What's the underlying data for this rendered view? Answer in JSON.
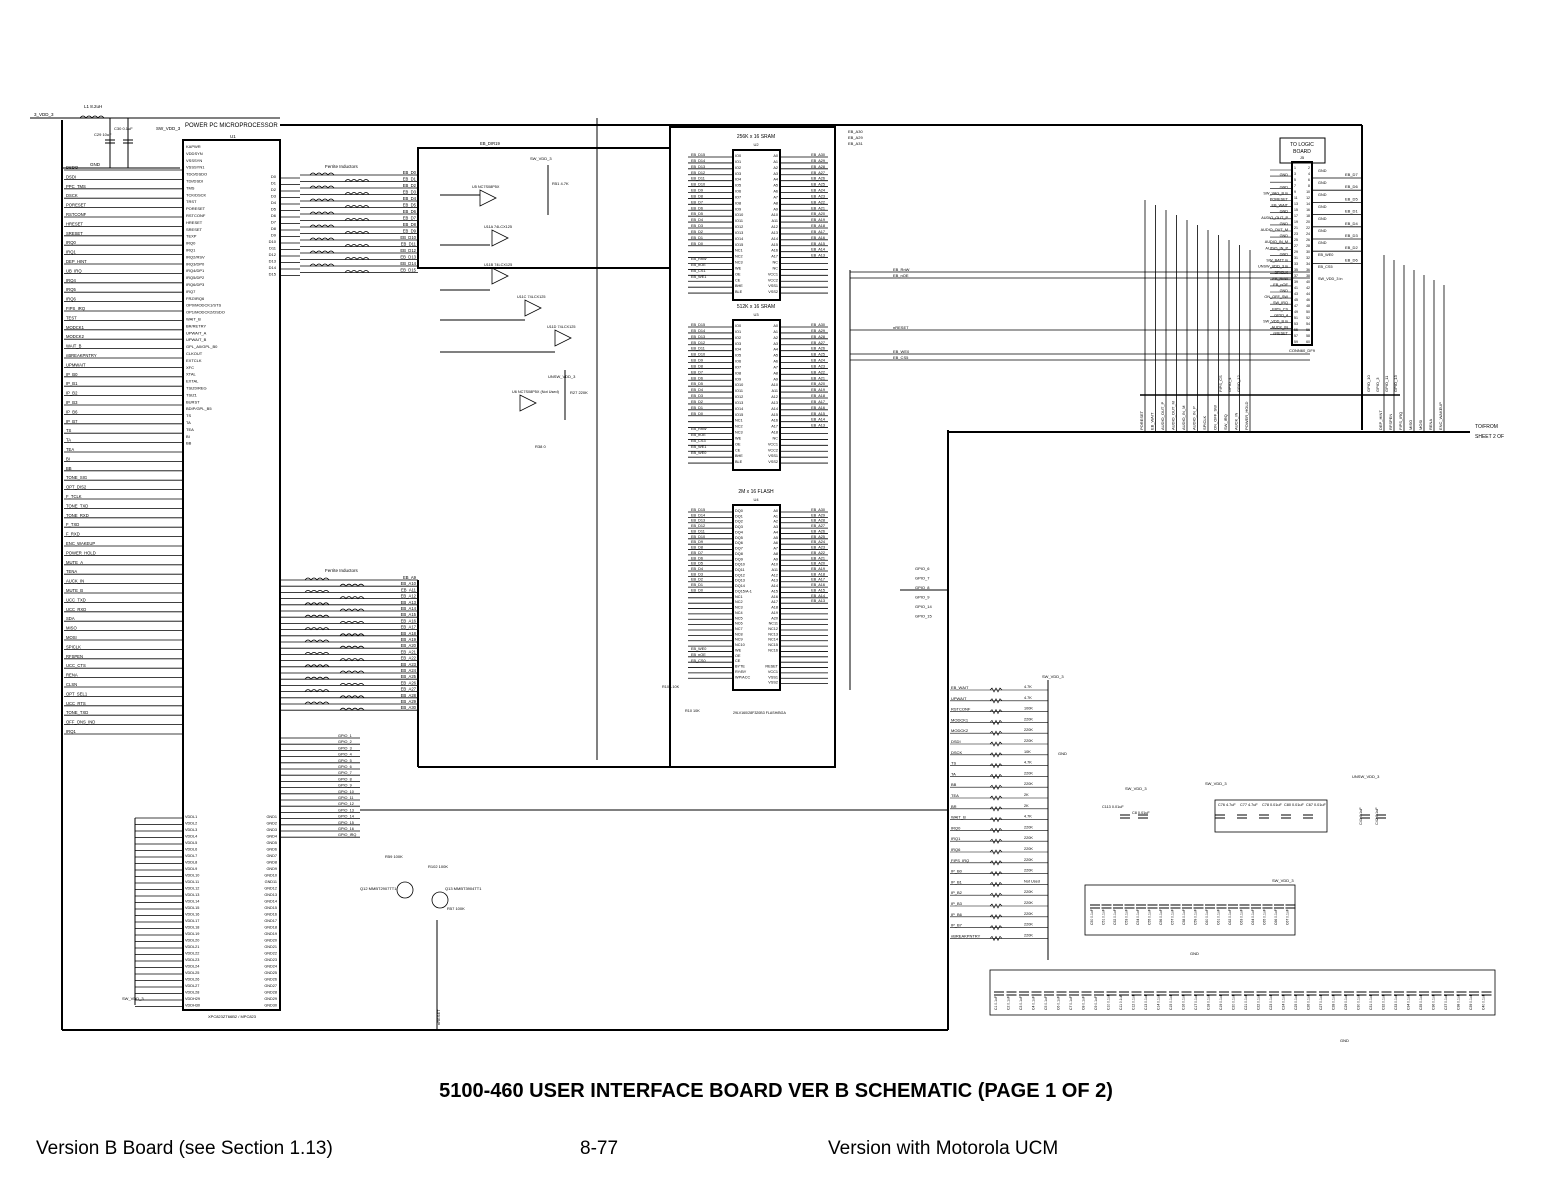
{
  "title": "5100-460 USER INTERFACE BOARD VER B SCHEMATIC (PAGE 1 OF 2)",
  "footer": {
    "left": "Version B Board (see Section 1.13)",
    "center": "8-77",
    "right": "Version with Motorola UCM"
  },
  "processor": {
    "title": "POWER PC MICROPROCESSOR",
    "ref": "U1",
    "part": "XPC823ZT66B2 / MPC823",
    "left_nets": [
      "DSDO",
      "DSDI",
      "PPC_TMS",
      "DSCK",
      "PORESET",
      "RSTCONF",
      "HRESET",
      "SRESET",
      "IRQ0",
      "IRQ1",
      "DEP_HINT",
      "UB_IRQ",
      "IRQ4",
      "IRQ5",
      "IRQ6",
      "FIPS_IRQ",
      "TEST",
      "MODCK1",
      "MODCK2",
      "WAIT_B",
      "nBREAKPNTRY",
      "UPMWAIT",
      "IP_B0",
      "IP_B1",
      "IP_B2",
      "IP_B3",
      "IP_B6",
      "IP_B7",
      "TS",
      "TA",
      "TEA",
      "BI",
      "BB",
      "TONE_SIG",
      "OPT_DIS2",
      "F_TCLK",
      "TONE_TXD",
      "TONE_RXD",
      "F_TXD",
      "F_RXD",
      "ENC_WAKEUP",
      "POWER_HOLD",
      "MUTE_A",
      "TENA",
      "AUCK_IN",
      "MUTE_B",
      "UCC_TXD",
      "UCC_RXD",
      "SDA",
      "MISO",
      "MOSI",
      "SPICLK",
      "RFSPEN",
      "UCC_CTS",
      "RENA",
      "CLSN",
      "OPT_SEL1",
      "UCC_RTS",
      "TONE_TXD",
      "OFF_ONS_IND",
      "IRQ1"
    ],
    "pins": [
      "KAPWR",
      "VDDSYN",
      "VSSSYN",
      "VSSSYN1",
      "TDO/DSDO",
      "TDI/DSDI",
      "TMS",
      "TCK/DSCK",
      "TRST",
      "PORESET",
      "RSTCONF",
      "HRESET",
      "SRESET",
      "TEXP",
      "IRQ0",
      "IRQ1",
      "IRQ2/RSV",
      "IRQ3/DP0",
      "IRQ4/DP1",
      "IRQ5/DP2",
      "IRQ6/DP3",
      "IRQ7",
      "FRZ/IRQ6",
      "OP0/MODCK1/STS",
      "OP1/MODCK2/DSDO",
      "WAIT_B",
      "BR/RETRY",
      "UPWAIT_A",
      "UPWAIT_B",
      "GPL_A0/GPL_B0",
      "CLKOUT",
      "EXTCLK",
      "XFC",
      "XTAL",
      "EXTAL",
      "TSIZ0/REG",
      "TSIZ1",
      "BURST",
      "BDIP/GPL_B5",
      "TS",
      "TA",
      "TEA",
      "BI",
      "BB"
    ],
    "data_pins": [
      "D0",
      "D1",
      "D2",
      "D3",
      "D4",
      "D5",
      "D6",
      "D7",
      "D8",
      "D9",
      "D10",
      "D11",
      "D12",
      "D13",
      "D14",
      "D15"
    ],
    "power_pins": [
      "VDDH",
      "VDDL",
      "GND"
    ]
  },
  "ferrite_top": {
    "label": "Ferrite Inductors",
    "nets": [
      "EB_D0",
      "EB_D1",
      "EB_D2",
      "EB_D3",
      "EB_D4",
      "EB_D5",
      "EB_D6",
      "EB_D7",
      "EB_D8",
      "EB_D9",
      "EB_D10",
      "EB_D11",
      "EB_D12",
      "EB_D13",
      "EB_D14",
      "EB_D15"
    ]
  },
  "ferrite_bottom": {
    "label": "Ferrite Inductors",
    "nets": [
      "EB_A9",
      "EB_A10",
      "EB_A11",
      "EB_A12",
      "EB_A13",
      "EB_A14",
      "EB_A15",
      "EB_A16",
      "EB_A17",
      "EB_A18",
      "EB_A19",
      "EB_A20",
      "EB_A21",
      "EB_A22",
      "EB_A23",
      "EB_A24",
      "EB_A25",
      "EB_A26",
      "EB_A27",
      "EB_A28",
      "EB_A29",
      "EB_A30"
    ]
  },
  "top_power": {
    "net": "3_VDD_3",
    "inductor": "L1 8.2uH",
    "c1": "C29 10uF",
    "c2": "C30 0.1uF",
    "sw": "SW_VDD_3",
    "gnd": "GND"
  },
  "sram1": {
    "title": "256K x 16 SRAM",
    "ref": "U2",
    "left_pins": [
      "IO0",
      "IO1",
      "IO2",
      "IO3",
      "IO4",
      "IO5",
      "IO6",
      "IO7",
      "IO8",
      "IO9",
      "IO10",
      "IO11",
      "IO12",
      "IO13",
      "IO14",
      "IO15",
      "NC1",
      "NC2",
      "NC3",
      "WE",
      "OE",
      "CE",
      "BHE",
      "BLE"
    ],
    "right_pins": [
      "A0",
      "A1",
      "A2",
      "A3",
      "A4",
      "A5",
      "A6",
      "A7",
      "A8",
      "A9",
      "A10",
      "A11",
      "A12",
      "A13",
      "A14",
      "A15",
      "A16",
      "A17",
      "NC",
      "NC",
      "VCC1",
      "VCC2",
      "VSS1",
      "VSS2"
    ],
    "ctrl": [
      "EB_RnW",
      "EB_nOE",
      "EB_CS1",
      "EB_WE1"
    ]
  },
  "sram2": {
    "title": "512K x 16 SRAM",
    "ref": "U3",
    "left_pins": [
      "IO0",
      "IO1",
      "IO2",
      "IO3",
      "IO4",
      "IO5",
      "IO6",
      "IO7",
      "IO8",
      "IO9",
      "IO10",
      "IO11",
      "IO12",
      "IO13",
      "IO14",
      "IO15",
      "NC1",
      "NC2",
      "NC3",
      "WE",
      "OE",
      "CE",
      "BHE",
      "BLE"
    ],
    "right_pins": [
      "A0",
      "A1",
      "A2",
      "A3",
      "A4",
      "A5",
      "A6",
      "A7",
      "A8",
      "A9",
      "A10",
      "A11",
      "A12",
      "A13",
      "A14",
      "A15",
      "A16",
      "A17",
      "A18",
      "NC",
      "VCC1",
      "VCC2",
      "VSS1",
      "VSS2"
    ],
    "ctrl": [
      "EB_RnW",
      "EB_nOE",
      "EB_CS3",
      "EB_WE1",
      "EB_WE0"
    ]
  },
  "flash": {
    "title": "2M x 16 FLASH",
    "ref": "U4",
    "part": "29LV160/28F320B3 FLASH/BGA",
    "left_pins": [
      "DQ0",
      "DQ1",
      "DQ2",
      "DQ3",
      "DQ4",
      "DQ5",
      "DQ6",
      "DQ7",
      "DQ8",
      "DQ9",
      "DQ10",
      "DQ11",
      "DQ12",
      "DQ13",
      "DQ14",
      "DQ15/A-1",
      "NC1",
      "NC2",
      "NC3",
      "NC4",
      "NC5",
      "NC6",
      "NC7",
      "NC8",
      "NC9",
      "NC10",
      "WE",
      "OE",
      "CE",
      "BYTE",
      "RY/BY",
      "WP/ACC"
    ],
    "right_pins": [
      "A0",
      "A1",
      "A2",
      "A3",
      "A4",
      "A5",
      "A6",
      "A7",
      "A8",
      "A9",
      "A10",
      "A11",
      "A12",
      "A13",
      "A14",
      "A15",
      "A16",
      "A17",
      "A18",
      "A19",
      "A20",
      "NC11",
      "NC12",
      "NC13",
      "NC14",
      "NC15",
      "NC16",
      "",
      "",
      "RESET",
      "VCC1",
      "VSS1",
      "VSS2"
    ],
    "ctrl": [
      "EB_WE0",
      "EB_nOE",
      "EB_CS0"
    ],
    "resistors": [
      "R10A 10K",
      "R10 10K"
    ]
  },
  "connector": {
    "title": "TO LOGIC BOARD",
    "ref": "J5",
    "part": "CONN60_DF9",
    "left_nets": [
      "",
      "GND",
      "",
      "GND",
      "SW_VAG_B in",
      "PORESET",
      "EB_WAIT",
      "GND",
      "AUDIO_OUT_P",
      "GND",
      "AUDIO_OUT_M",
      "GND",
      "AUDIO_IN_M",
      "AUDIO_IN_P",
      "GND",
      "SW_BATT in",
      "UNSW_VDD_3 in",
      "SPICLK",
      "EB_RnW",
      "EB_nOE",
      "GND",
      "ON_OFF_SW",
      "SW_IRQ",
      "FIPS_CS",
      "GPIO_4",
      "SW_VDD_B in",
      "AUCK_IN",
      "nRESET"
    ],
    "right_nets": [
      "GND",
      "GND",
      "GND",
      "GND",
      "GND",
      "GND",
      "GND",
      "EB_WE0",
      "EB_CS5",
      "SW_VDD_3 in"
    ],
    "data_nets": [
      "EB_D7",
      "EB_D6",
      "EB_D5",
      "EB_D1",
      "EB_D4",
      "EB_D3",
      "EB_D2",
      "EB_D6"
    ]
  },
  "bus_vertical_labels": [
    "PORESET",
    "EB_WAIT",
    "AUDIO_OUT_P",
    "AUDIO_OUT_M",
    "AUDIO_IN_M",
    "AUDIO_IN_P",
    "SPICLK",
    "ON_OFF_SW",
    "SW_IRQ",
    "AUCK_IN",
    "POWER_HOLD",
    "DEP_HINT",
    "RFSPEN",
    "FIPS_IRQ",
    "MISO",
    "MOSI",
    "RENA",
    "ENC_WAKEUP"
  ],
  "bus_gpio_labels": [
    "FIPS_CS",
    "GPIO_4",
    "GPIO_12",
    "GPIO_10",
    "GPIO_3",
    "GPIO_11",
    "GPIO_13"
  ],
  "sheet_ref": "TO/FROM SHEET 2 OF",
  "logic": {
    "u5": "U5 NC7S08P5X",
    "u11a": "U11A 74LCX125",
    "u11b": "U11B 74LCX125",
    "u11c": "U11C 74LCX125",
    "u11d": "U11D 74LCX125",
    "u6": "U6 NC7S08P5X (Not Used)",
    "r51": "R51 4.7K",
    "r27": "R27 220K",
    "r38": "R38 0",
    "net": "EB_DIR19",
    "unsw": "UNSW_VDD_3"
  },
  "gpio_nets": [
    "GPIO_1",
    "GPIO_2",
    "GPIO_3",
    "GPIO_4",
    "GPIO_5",
    "GPIO_6",
    "GPIO_7",
    "GPIO_8",
    "GPIO_9",
    "GPIO_10",
    "GPIO_11",
    "GPIO_12",
    "GPIO_13",
    "GPIO_14",
    "GPIO_15",
    "GPIO_16",
    "GPIO_IRQ"
  ],
  "transistors": {
    "q1": "Q12 MMBT2907TT1",
    "q2": "Q13 MMBT3904TT1",
    "r1": "R59 100K",
    "r2": "R102 100K",
    "r3": "R57 100K",
    "net": "nRESET"
  },
  "pullups": {
    "title": "SW_VDD_3",
    "nets": [
      "EB_WAIT",
      "UPWAIT",
      "RSTCONF",
      "MODCK1",
      "MODCK2",
      "DSDI",
      "DSCK",
      "TS",
      "TA",
      "BB",
      "TEA",
      "BR",
      "WAIT_B",
      "IRQ0",
      "IRQ1",
      "IRQ6",
      "FIPS_IRQ",
      "IP_B0",
      "IP_B1",
      "IP_B2",
      "IP_B3",
      "IP_B6",
      "IP_B7",
      "nBREAKPNTRY"
    ],
    "values": [
      "4.7K",
      "4.7K",
      "100K",
      "220K",
      "220K",
      "220K",
      "10K",
      "4.7K",
      "220K",
      "220K",
      "2K",
      "2K",
      "4.7K",
      "220K",
      "220K",
      "220K",
      "220K",
      "220K",
      "Not Used",
      "220K",
      "220K",
      "220K",
      "220K",
      "220K"
    ]
  },
  "decoupling": {
    "group1": [
      "C113 0.01uF",
      "C8 0.01uF"
    ],
    "group2": [
      "C76 4.7uF",
      "C77 4.7uF",
      "C78 0.01uF",
      "C80 0.01uF",
      "C67 0.01uF"
    ],
    "group3": [
      "C41 0.1uF",
      "C42 0.1uF"
    ],
    "row1_count": 18,
    "row2_count": 40,
    "value": "0.1uF",
    "nets": [
      "SW_VDD_3",
      "SW_VDD_3",
      "UNSW_VDD_3",
      "SW_VDD_3"
    ],
    "gnd": "GND"
  }
}
